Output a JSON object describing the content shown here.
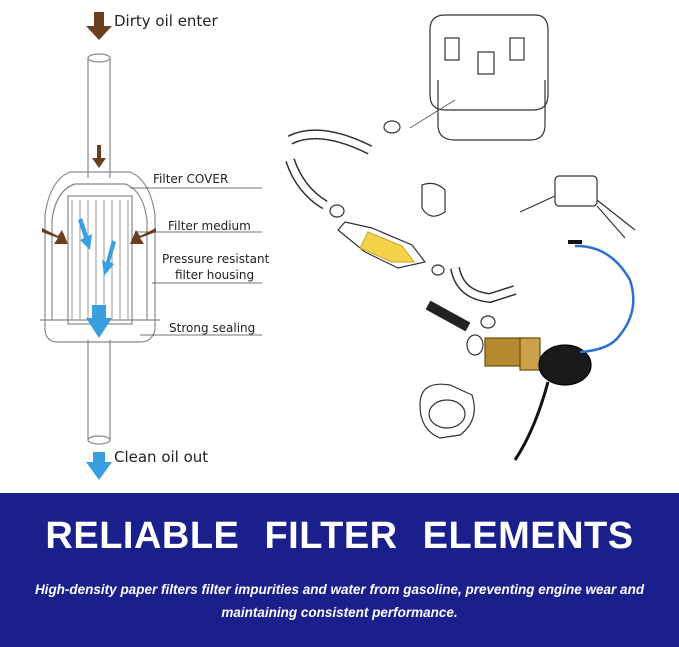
{
  "diagram": {
    "labels": {
      "top": "Dirty oil enter",
      "cover": "Filter COVER",
      "medium": "Filter medium",
      "housing_line1": "Pressure resistant",
      "housing_line2": "filter housing",
      "sealing": "Strong sealing",
      "bottom": "Clean oil out"
    },
    "colors": {
      "arrow_dirty": "#6b3e1e",
      "arrow_clean": "#3a9fe0",
      "wire_blue": "#2f6fd0",
      "filter_yellow": "#f4d24a"
    }
  },
  "banner": {
    "headline": "RELIABLE FILTER ELEMENTS",
    "description": "High-density paper filters filter impurities and water from gasoline, preventing engine wear and maintaining consistent performance.",
    "background": "#1b1f8c"
  }
}
